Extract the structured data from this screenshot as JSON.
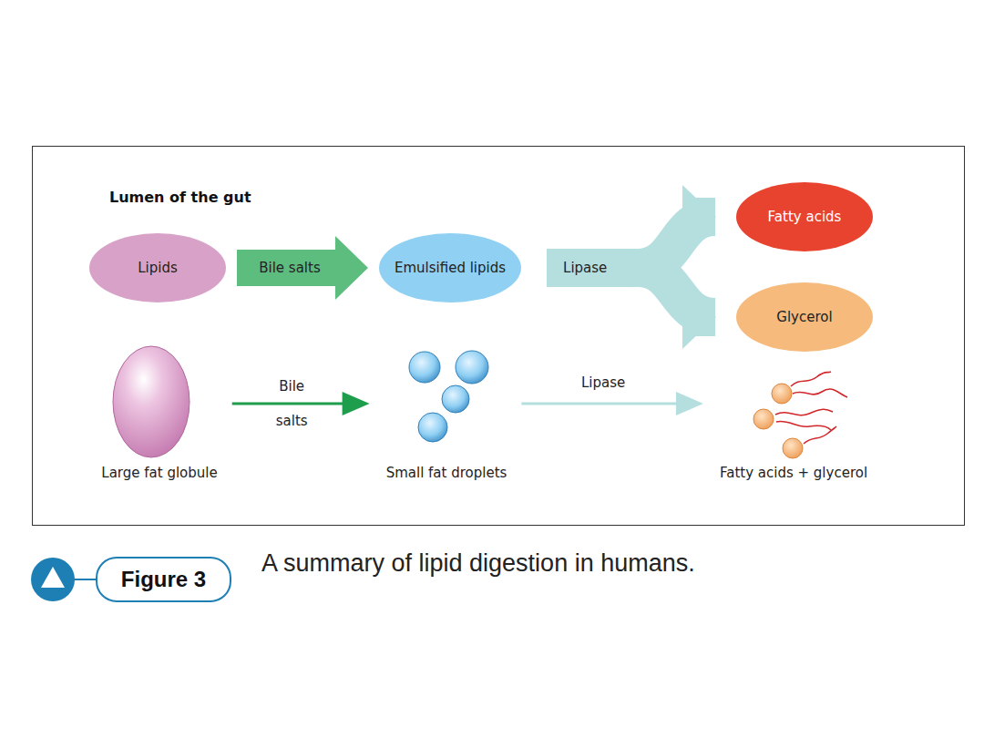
{
  "diagram": {
    "title": "Lumen of the gut",
    "caption": "A summary of lipid digestion in humans.",
    "nodes": [
      {
        "text": [
          "Lipids"
        ]
      },
      {
        "text": [
          "Emulsified lipids"
        ]
      },
      {
        "text": [
          "Fatty acids"
        ]
      },
      {
        "text": [
          "Glycerol"
        ]
      },
      {
        "text": [
          "Large fat globule"
        ]
      },
      {
        "text": [
          "Small fat droplets"
        ]
      },
      {
        "text": [
          "Fatty acids + glycerol"
        ]
      }
    ],
    "edges": [
      {
        "from": 0,
        "to": 1,
        "label": "Bile salts",
        "arrow": "to"
      },
      {
        "from": 1,
        "to": 2,
        "label": "Lipase",
        "arrow": "to"
      },
      {
        "from": 1,
        "to": 3,
        "arrow": "to"
      },
      {
        "from": 4,
        "to": 5,
        "label": "Bile salts",
        "arrow": "to"
      },
      {
        "from": 5,
        "to": 6,
        "label": "Lipase",
        "arrow": "to"
      }
    ],
    "labels": [
      "Figure 3"
    ]
  }
}
